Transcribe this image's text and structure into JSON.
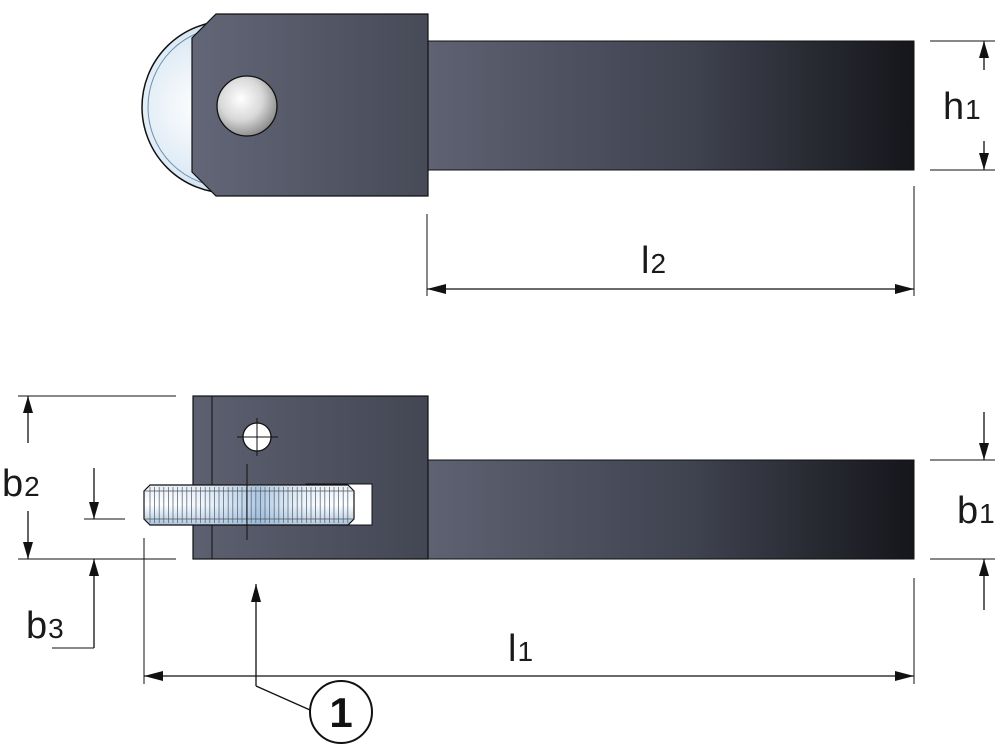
{
  "colors": {
    "tool_dark": "#1b1c22",
    "tool_light": "#5d6070",
    "wheel_light": "#e6f0f8",
    "wheel_mid": "#9fc0dd",
    "outline": "#111111"
  },
  "labels": {
    "h": "h",
    "h_sub": "1",
    "l2": "l",
    "l2_sub": "2",
    "b2": "b",
    "b2_sub": "2",
    "b1": "b",
    "b1_sub": "1",
    "b3": "b",
    "b3_sub": "3",
    "l1": "l",
    "l1_sub": "1",
    "callout": "1"
  }
}
